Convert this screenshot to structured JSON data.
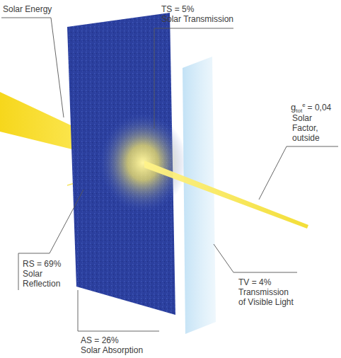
{
  "diagram": {
    "labels": [
      "Solar Energy",
      "TS = 5% Solar Transmission",
      "g",
      "tot",
      "e",
      "= 0,04",
      "Solar Factor, outside",
      "RS = 69% Solar Reflection",
      "TV = 4% Transmission of Visible Light",
      "AS = 26% Solar Absorption"
    ]
  }
}
